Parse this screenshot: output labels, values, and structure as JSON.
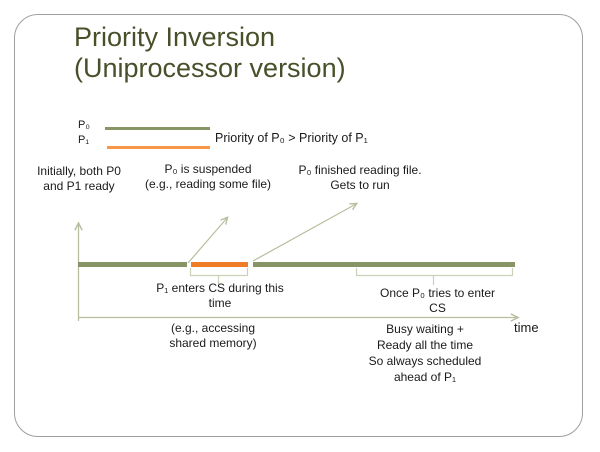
{
  "slide": {
    "title_line1": "Priority Inversion",
    "title_line2": "(Uniprocessor version)"
  },
  "colors": {
    "title": "#47502A",
    "p0_green": "#879465",
    "p1_orange": "#EF7C27",
    "legend_orange": "#F79646",
    "guide": "#b5bf9e",
    "brace": "#c9d1b7"
  },
  "legend": {
    "p0_label": "P₀",
    "p1_label": "P₁",
    "priority_text": "Priority of P₀ > Priority of P₁"
  },
  "annotations": {
    "initially": "Initially, both P0\nand P1 ready",
    "suspended": "P₀ is suspended\n(e.g., reading some file)",
    "finished": "P₀ finished reading file.\nGets to run",
    "enters_cs": "P₁ enters CS during this\ntime",
    "enters_cs_example": "(e.g., accessing\nshared memory)",
    "once_tries": "Once P₀ tries to enter\nCS",
    "busy_waiting": "Busy waiting +\nReady all the time\nSo always scheduled\nahead of P₁"
  },
  "axis": {
    "time_label": "time"
  }
}
